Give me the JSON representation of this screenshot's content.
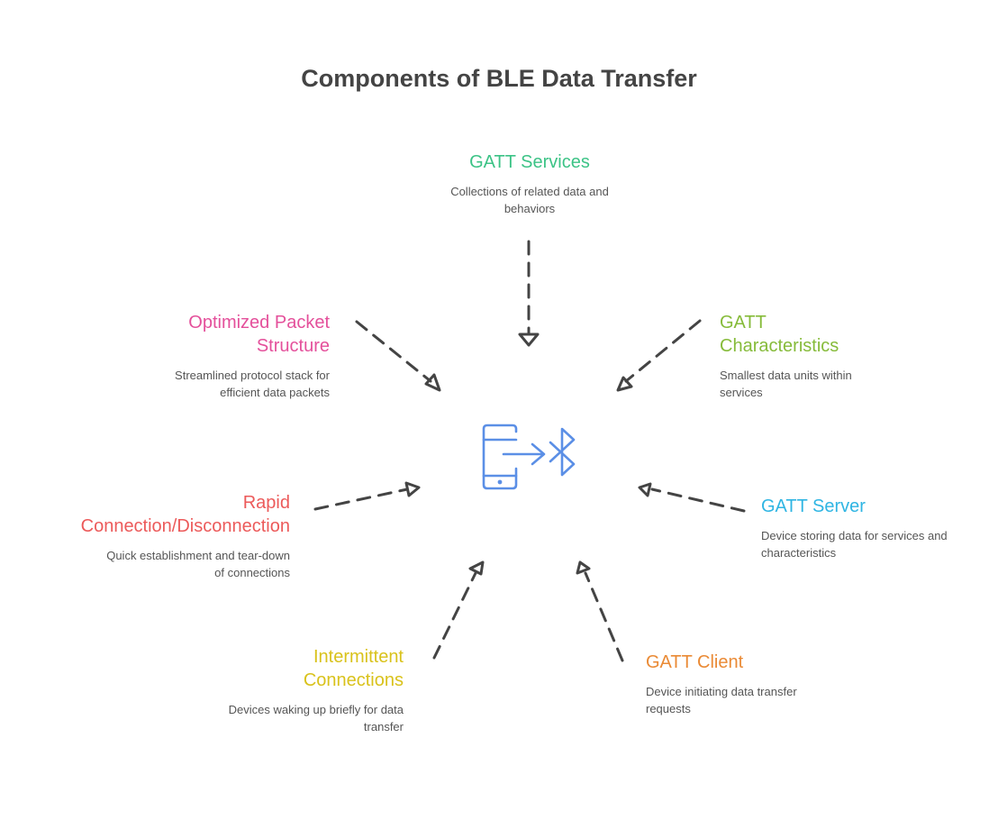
{
  "title": "Components of BLE Data Transfer",
  "colors": {
    "services": "#3cc386",
    "characteristics": "#86bb3a",
    "server": "#2fb5e3",
    "client": "#ea8a35",
    "intermittent": "#d9c21b",
    "rapid": "#ec5a5a",
    "optimized": "#e4509b",
    "arrow": "#444444",
    "icon": "#5b8fe6"
  },
  "center_icon": "phone-bluetooth-transfer-icon",
  "nodes": {
    "services": {
      "label": "GATT Services",
      "description": "Collections of related data and behaviors"
    },
    "characteristics": {
      "label": "GATT Characteristics",
      "description": "Smallest data units within services"
    },
    "server": {
      "label": "GATT Server",
      "description": "Device storing data for services and characteristics"
    },
    "client": {
      "label": "GATT Client",
      "description": "Device initiating data transfer requests"
    },
    "intermittent": {
      "label": "Intermittent Connections",
      "description": "Devices waking up briefly for data transfer"
    },
    "rapid": {
      "label": "Rapid Connection/Disconnection",
      "description": "Quick establishment and tear-down of connections"
    },
    "optimized": {
      "label": "Optimized Packet Structure",
      "description": "Streamlined protocol stack for efficient data packets"
    }
  }
}
